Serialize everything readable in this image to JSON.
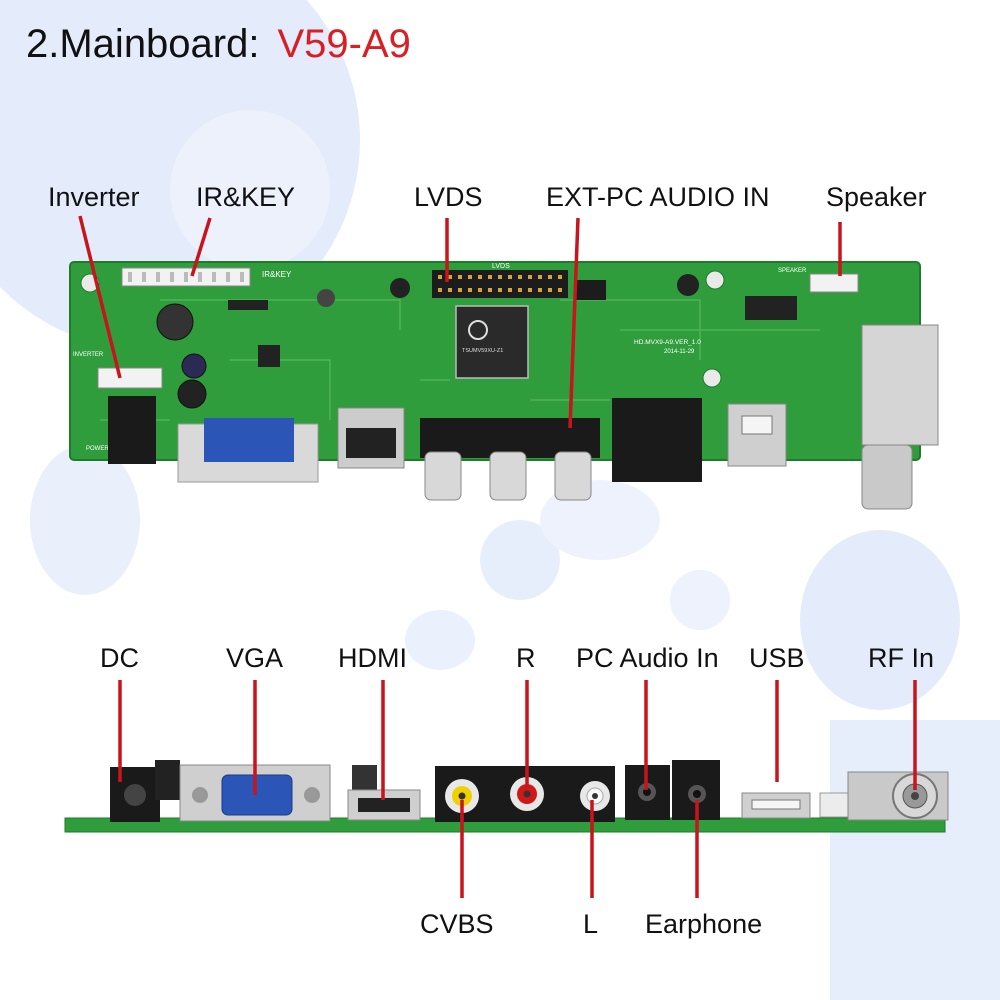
{
  "title": {
    "prefix": "2.Mainboard:",
    "model": "V59-A9"
  },
  "colors": {
    "accent_red": "#d81f26",
    "pcb_green": "#2e9a3a",
    "callout_line": "#c8141c"
  },
  "top_labels": {
    "inverter": "Inverter",
    "ir_key": "IR&KEY",
    "lvds": "LVDS",
    "ext_pc_audio": "EXT-PC AUDIO IN",
    "speaker": "Speaker"
  },
  "bottom_labels": {
    "dc": "DC",
    "vga": "VGA",
    "hdmi": "HDMI",
    "r": "R",
    "pc_audio_in": "PC Audio In",
    "usb": "USB",
    "rf_in": "RF In",
    "cvbs": "CVBS",
    "l": "L",
    "earphone": "Earphone"
  },
  "board_silkscreen": {
    "ir_key": "IR&KEY",
    "lvds": "LVDS",
    "speaker": "SPEAKER",
    "inverter": "INVERTER",
    "chip": "TSUMV59XU-Z1",
    "board_id": "HD.MVX9-A9.VER_1.0",
    "date": "2014-11-29",
    "power": "POWER"
  }
}
